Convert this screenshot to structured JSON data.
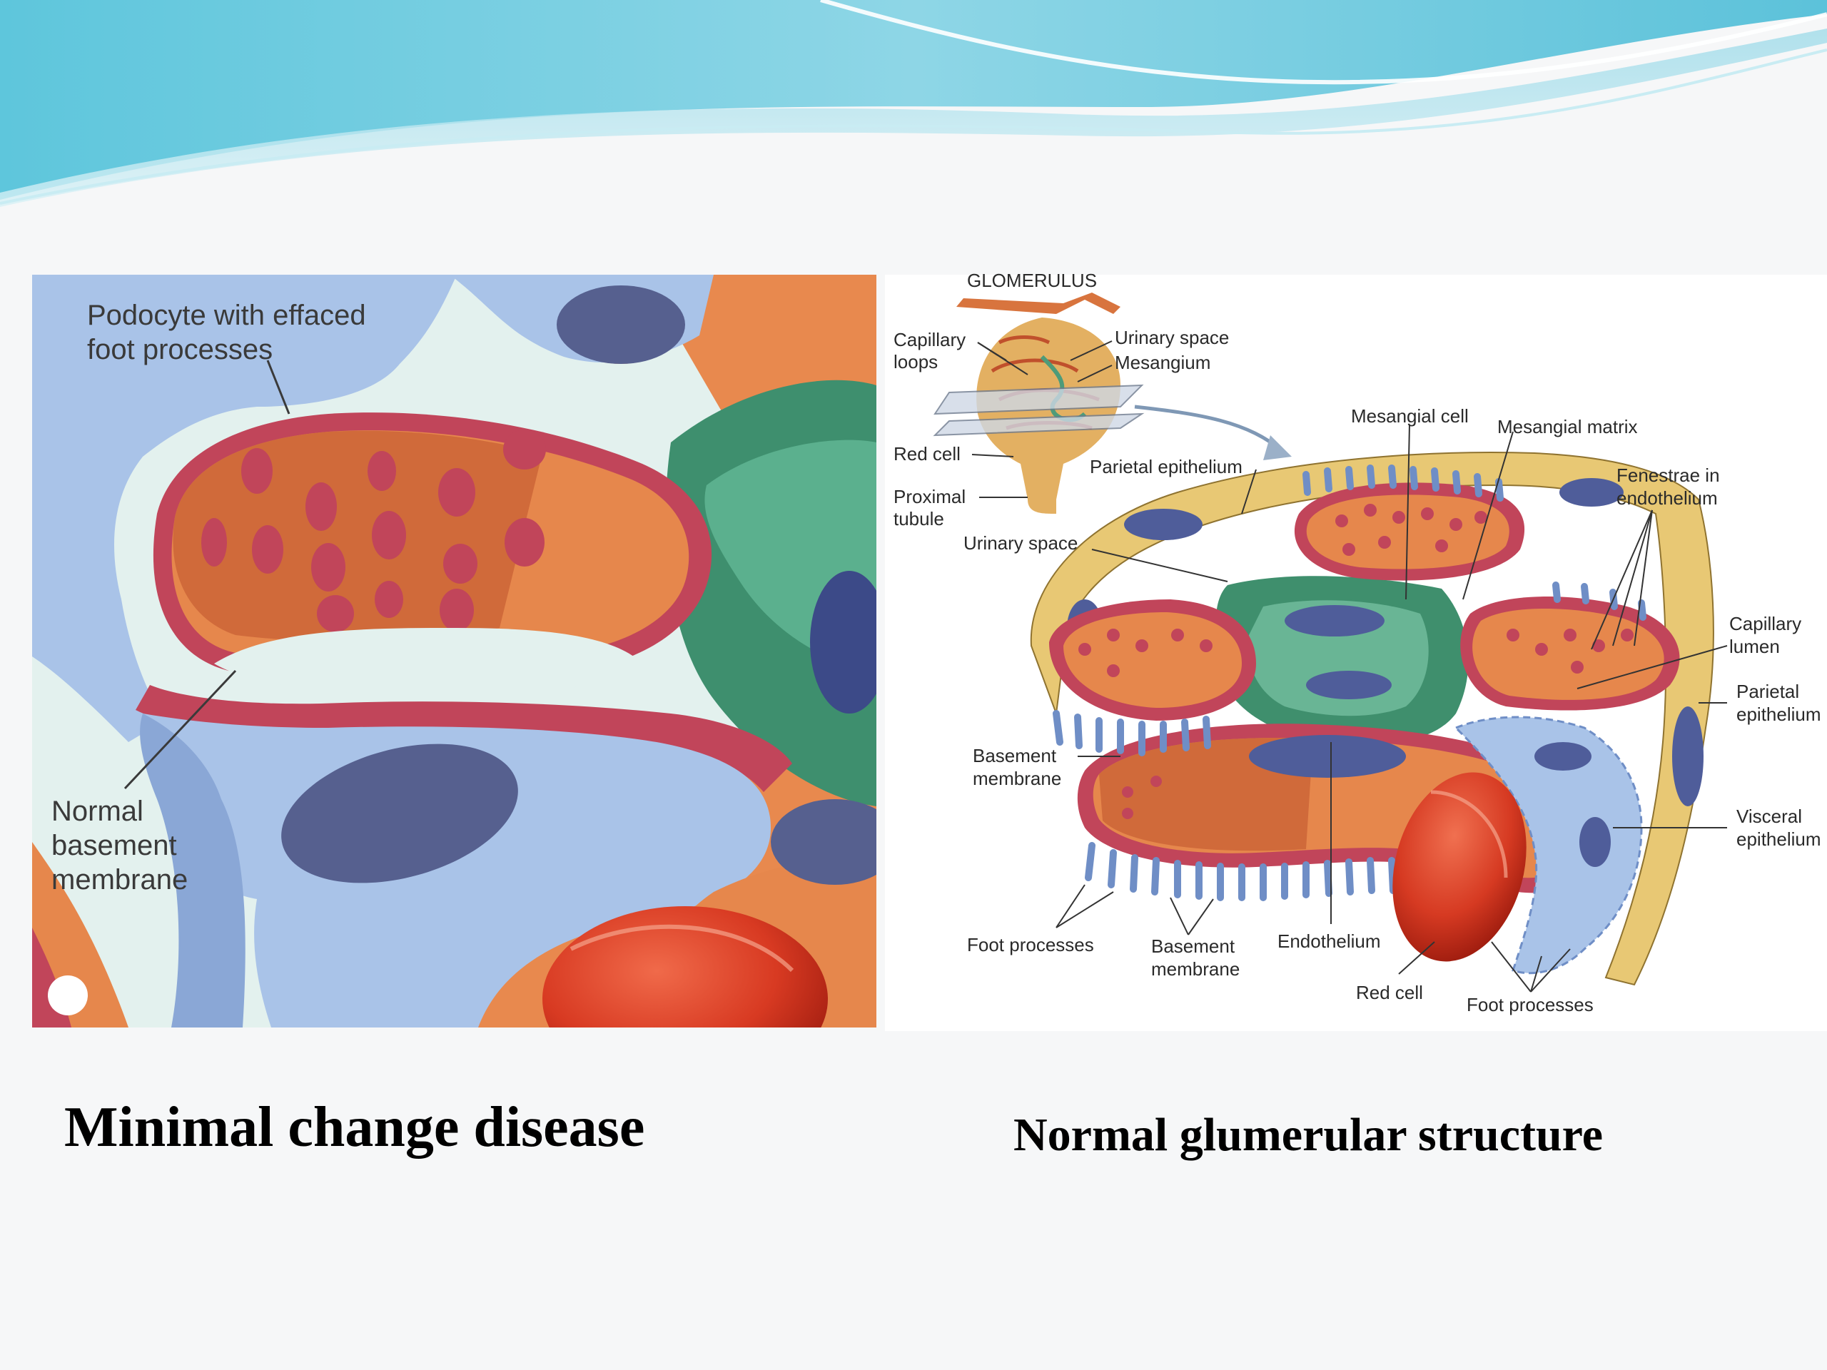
{
  "slide": {
    "caption_left": "Minimal change disease",
    "caption_right": "Normal glumerular structure"
  },
  "left_figure": {
    "labels": {
      "podocyte_line1": "Podocyte with effaced",
      "podocyte_line2": "foot processes",
      "membrane_line1": "Normal",
      "membrane_line2": "basement",
      "membrane_line3": "membrane"
    }
  },
  "right_figure": {
    "labels": {
      "glomerulus": "GLOMERULUS",
      "capillary_loops_1": "Capillary",
      "capillary_loops_2": "loops",
      "urinary_space_top": "Urinary space",
      "mesangium": "Mesangium",
      "red_cell_top": "Red cell",
      "proximal_tubule_1": "Proximal",
      "proximal_tubule_2": "tubule",
      "urinary_space_mid": "Urinary space",
      "mesangial_cell": "Mesangial cell",
      "mesangial_matrix": "Mesangial matrix",
      "parietal_epithelium_top": "Parietal epithelium",
      "fenestrae_1": "Fenestrae in",
      "fenestrae_2": "endothelium",
      "capillary_lumen_1": "Capillary",
      "capillary_lumen_2": "lumen",
      "parietal_epithelium_right_1": "Parietal",
      "parietal_epithelium_right_2": "epithelium",
      "basement_membrane_left_1": "Basement",
      "basement_membrane_left_2": "membrane",
      "visceral_epithelium_1": "Visceral",
      "visceral_epithelium_2": "epithelium",
      "foot_processes_left": "Foot processes",
      "basement_membrane_bottom_1": "Basement",
      "basement_membrane_bottom_2": "membrane",
      "endothelium": "Endothelium",
      "red_cell_bottom": "Red cell",
      "foot_processes_right": "Foot processes"
    }
  }
}
